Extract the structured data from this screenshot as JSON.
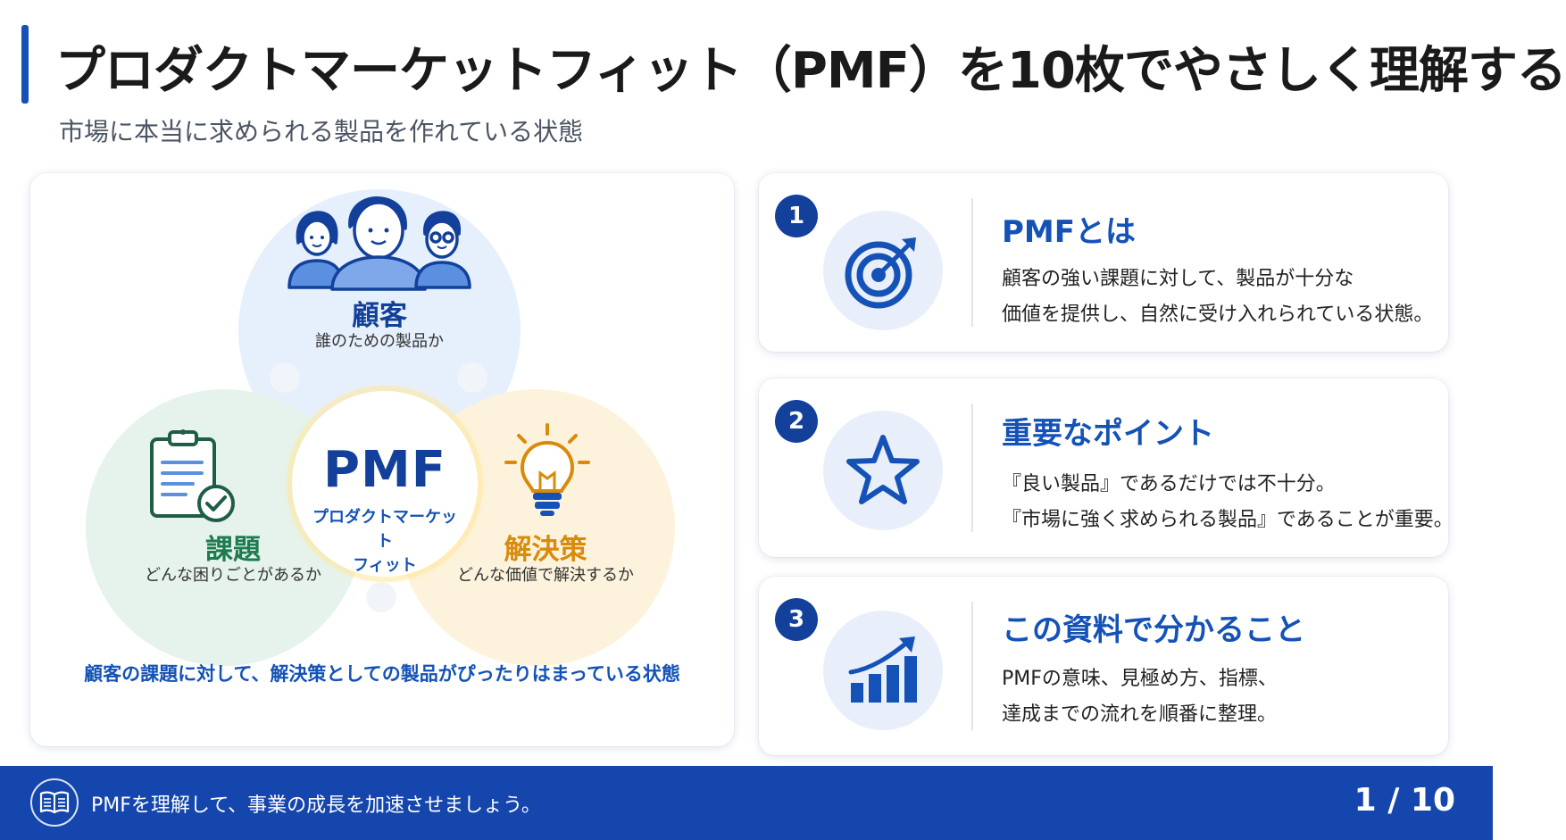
{
  "header": {
    "title": "プロダクトマーケットフィット（PMF）を10枚でやさしく理解する",
    "subtitle": "市場に本当に求められる製品を作れている状態"
  },
  "venn": {
    "center_title": "PMF",
    "center_subtitle": "プロダクトマーケット フィット",
    "customer": {
      "label": "顧客",
      "desc": "誰のための製品か",
      "icon": "people-icon"
    },
    "problem": {
      "label": "課題",
      "desc": "どんな困りごとがあるか",
      "icon": "clipboard-check-icon"
    },
    "solution": {
      "label": "解決策",
      "desc": "どんな価値で解決するか",
      "icon": "lightbulb-icon"
    },
    "caption": "顧客の課題に対して、解決策としての製品がぴったりはまっている状態"
  },
  "cards": [
    {
      "number": "1",
      "icon": "target-icon",
      "title": "PMFとは",
      "line1": "顧客の強い課題に対して、製品が十分な",
      "line2": "価値を提供し、自然に受け入れられている状態。"
    },
    {
      "number": "2",
      "icon": "star-icon",
      "title": "重要なポイント",
      "line1": "『良い製品』であるだけでは不十分。",
      "line2": "『市場に強く求められる製品』であることが重要。"
    },
    {
      "number": "3",
      "icon": "growth-chart-icon",
      "title": "この資料で分かること",
      "line1": "PMFの意味、見極め方、指標、",
      "line2": "達成までの流れを順番に整理。"
    }
  ],
  "footer": {
    "text": "PMFを理解して、事業の成長を加速させましょう。",
    "page": "1 / 10",
    "icon": "book-icon"
  },
  "colors": {
    "primary": "#1452b8",
    "navy": "#12409a",
    "footer_bg": "#1546ad",
    "problem_green": "#1e7a4f",
    "solution_orange": "#d98a0b",
    "customer_bg": "#e6effc",
    "problem_bg": "#e5f3ec",
    "solution_bg": "#fdf3dc"
  }
}
